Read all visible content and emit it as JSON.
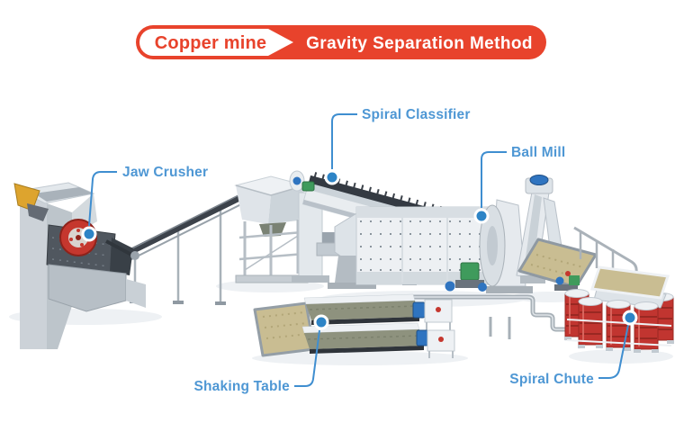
{
  "header": {
    "tag": "Copper mine",
    "title": "Gravity Separation Method",
    "accent_color": "#e8432c"
  },
  "callouts": {
    "text_color": "#4e97d4",
    "line_color": "#3f8ed0",
    "dot_color": "#2d84c6",
    "items": [
      {
        "id": "jaw-crusher",
        "label": "Jaw Crusher"
      },
      {
        "id": "spiral-classifier",
        "label": "Spiral Classifier"
      },
      {
        "id": "ball-mill",
        "label": "Ball Mill"
      },
      {
        "id": "shaking-table",
        "label": "Shaking Table"
      },
      {
        "id": "spiral-chute",
        "label": "Spiral Chute"
      }
    ]
  },
  "palette": {
    "machine_light": "#e9edf0",
    "machine_grey": "#c2cad1",
    "belt_dark": "#3c424a",
    "sand": "#c9bd92",
    "chute_red": "#c13530",
    "flywheel_red": "#c5372e",
    "motor_green": "#3f9b5c",
    "pump_blue": "#2f74c0",
    "pipe_grey": "#a7b0b7"
  }
}
